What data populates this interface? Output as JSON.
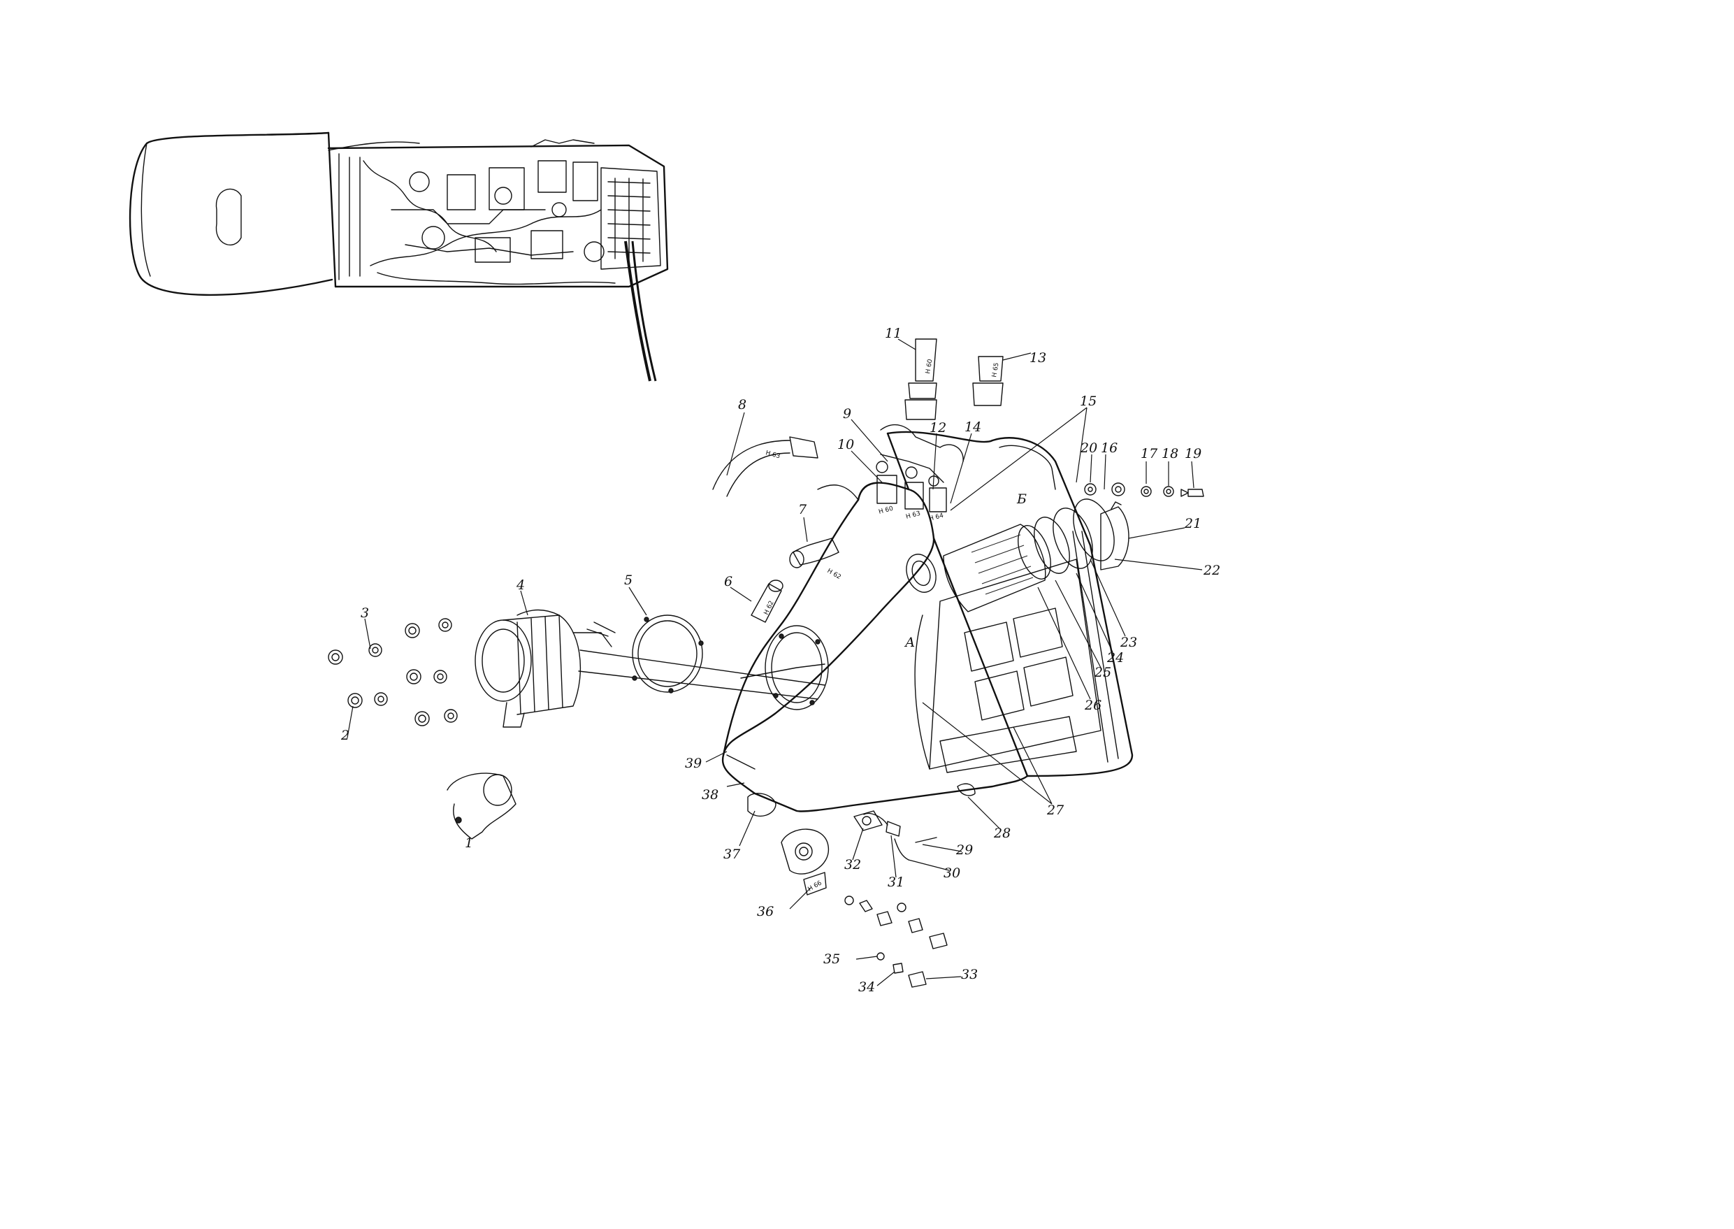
{
  "diagram": {
    "callouts": [
      "1",
      "2",
      "3",
      "4",
      "5",
      "6",
      "7",
      "8",
      "9",
      "10",
      "11",
      "12",
      "13",
      "14",
      "15",
      "16",
      "17",
      "18",
      "19",
      "20",
      "21",
      "22",
      "23",
      "24",
      "25",
      "26",
      "27",
      "28",
      "29",
      "30",
      "31",
      "32",
      "33",
      "34",
      "35",
      "36",
      "37",
      "38",
      "39"
    ],
    "view_markers": {
      "a": "А",
      "b": "Б"
    },
    "markings": {
      "part8": "Н 63",
      "part11": "Н 60",
      "part13": "Н 65",
      "part7": "Н 62",
      "part6": "Н 62",
      "part10": "Н 60",
      "part12": "Н 63",
      "part14": "Н 64",
      "part36": "Н 66"
    }
  }
}
